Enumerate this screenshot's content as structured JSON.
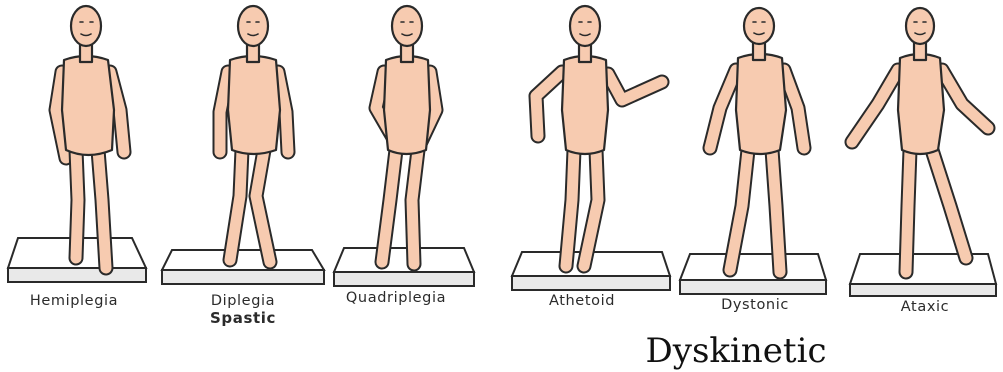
{
  "figures": [
    {
      "id": "hemiplegia",
      "label": "Hemiplegia"
    },
    {
      "id": "diplegia",
      "label": "Diplegia",
      "sublabel": "Spastic"
    },
    {
      "id": "quadriplegia",
      "label": "Quadriplegia"
    },
    {
      "id": "athetoid",
      "label": "Athetoid"
    },
    {
      "id": "dystonic",
      "label": "Dystonic"
    },
    {
      "id": "ataxic",
      "label": "Ataxic"
    }
  ],
  "group_label": "Dyskinetic",
  "colors": {
    "skin": "#f7cbb0",
    "outline": "#2a2a2a",
    "platform": "#ffffff"
  }
}
